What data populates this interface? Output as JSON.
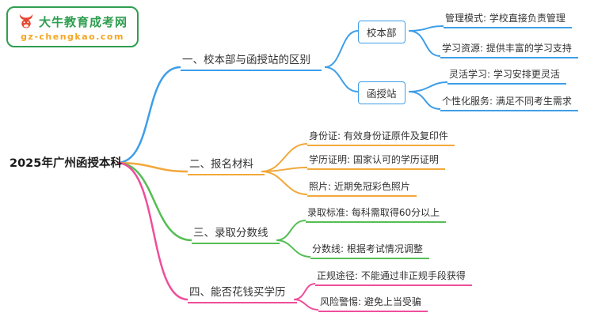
{
  "logo": {
    "site_name": "大牛教育成考网",
    "site_url": "gz-chengkao.com",
    "icon": "bull-icon"
  },
  "root": {
    "label": "2025年广州函授本科"
  },
  "colors": {
    "branch1": "#3E9EE8",
    "branch2": "#F2A83B",
    "branch3": "#55BE54",
    "bran4": "#EE4E9B",
    "logo_green": "#2E9E50",
    "logo_url_orange": "#F5A623",
    "bull_red": "#E8442E"
  },
  "branches": [
    {
      "label": "一、校本部与函授站的区别",
      "color": "#3E9EE8",
      "children": [
        {
          "label": "校本部",
          "children": [
            {
              "label": "管理模式: 学校直接负责管理"
            },
            {
              "label": "学习资源: 提供丰富的学习支持"
            }
          ]
        },
        {
          "label": "函授站",
          "children": [
            {
              "label": "灵活学习: 学习安排更灵活"
            },
            {
              "label": "个性化服务: 满足不同考生需求"
            }
          ]
        }
      ]
    },
    {
      "label": "二、报名材料",
      "color": "#F2A83B",
      "children": [
        {
          "label": "身份证: 有效身份证原件及复印件"
        },
        {
          "label": "学历证明: 国家认可的学历证明"
        },
        {
          "label": "照片: 近期免冠彩色照片"
        }
      ]
    },
    {
      "label": "三、录取分数线",
      "color": "#55BE54",
      "children": [
        {
          "label": "录取标准: 每科需取得60分以上"
        },
        {
          "label": "分数线: 根据考试情况调整"
        }
      ]
    },
    {
      "label": "四、能否花钱买学历",
      "color": "#EE4E9B",
      "children": [
        {
          "label": "正规途径: 不能通过非正规手段获得"
        },
        {
          "label": "风险警惕: 避免上当受骗"
        }
      ]
    }
  ]
}
